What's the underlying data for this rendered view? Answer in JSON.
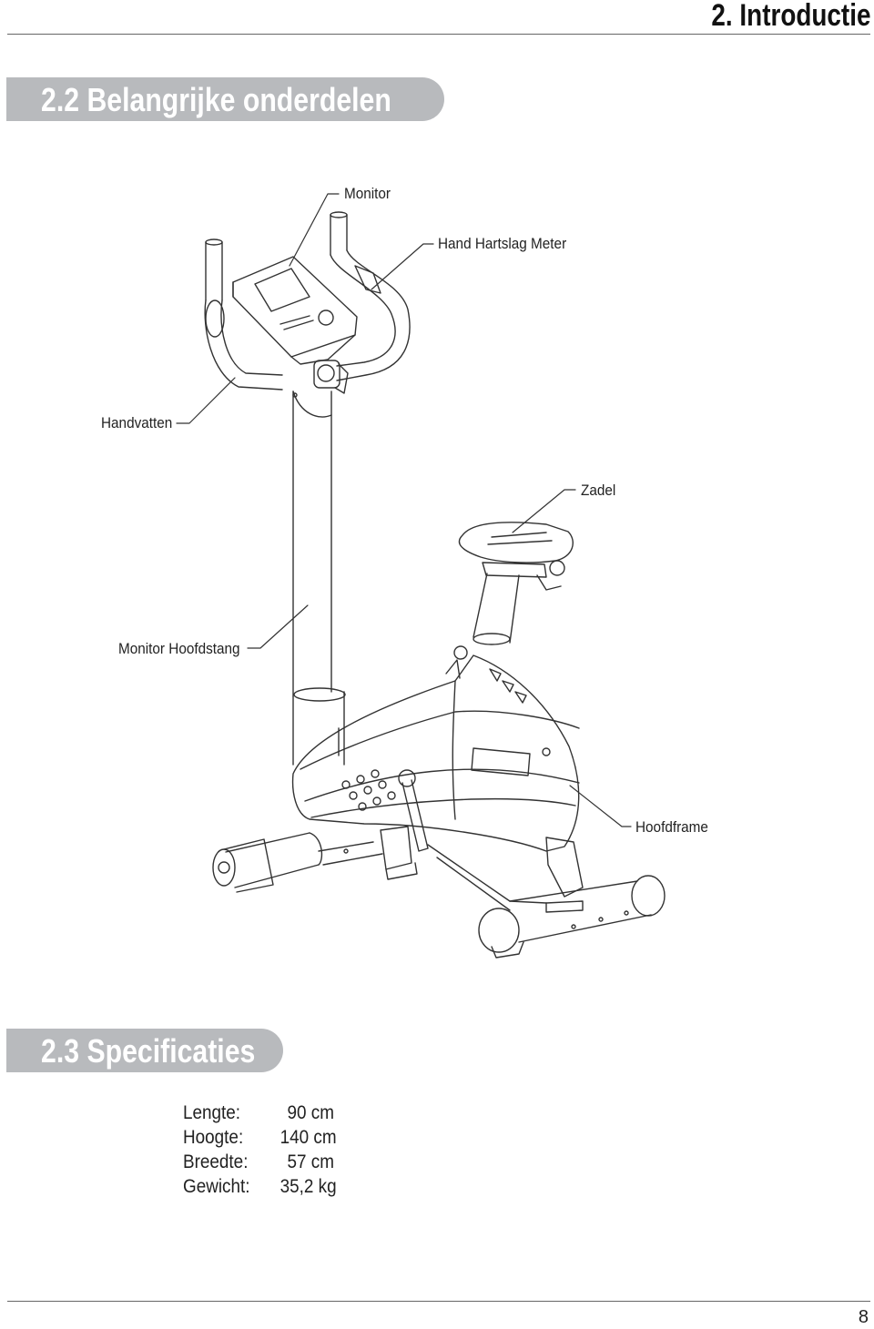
{
  "header": {
    "chapter_title": "2. Introductie"
  },
  "section_parts": {
    "heading": "2.2 Belangrijke onderdelen",
    "callouts": {
      "monitor": "Monitor",
      "hand_heart_rate": "Hand Hartslag Meter",
      "handles": "Handvatten",
      "saddle": "Zadel",
      "monitor_post": "Monitor Hoofdstang",
      "main_frame": "Hoofdframe"
    }
  },
  "section_specs": {
    "heading": "2.3 Specificaties",
    "rows": [
      {
        "label": "Lengte:",
        "value": "90 cm"
      },
      {
        "label": "Hoogte:",
        "value": "140 cm"
      },
      {
        "label": "Breedte:",
        "value": "57 cm"
      },
      {
        "label": "Gewicht:",
        "value": "35,2 kg"
      }
    ]
  },
  "footer": {
    "page_number": "8"
  }
}
